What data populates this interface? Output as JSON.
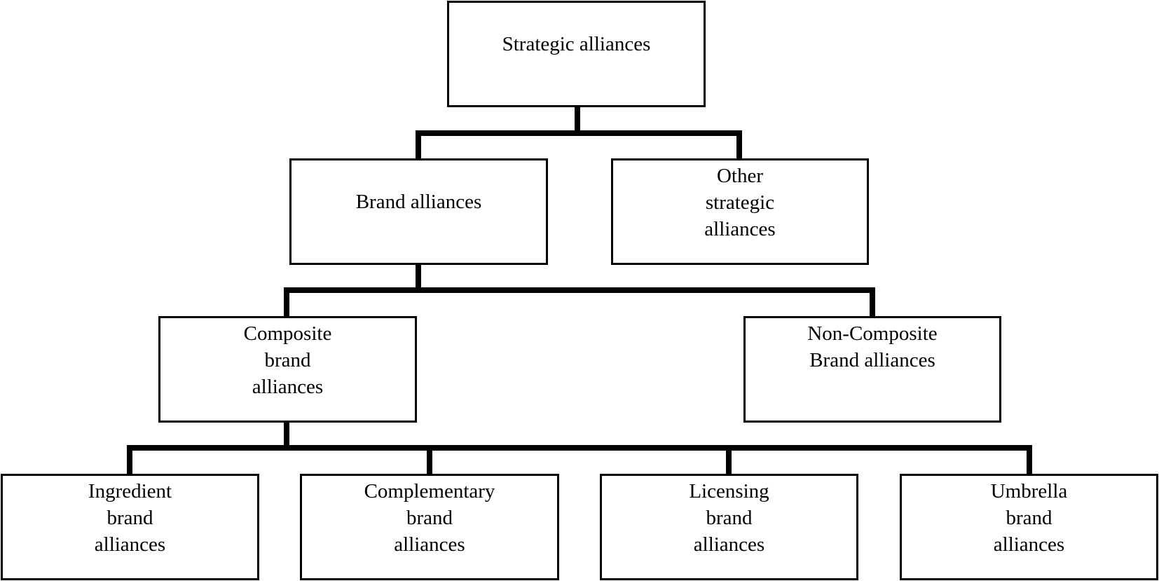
{
  "diagram": {
    "type": "hierarchy",
    "colors": {
      "line": "#000000",
      "box_border": "#000000",
      "background": "#ffffff"
    },
    "nodes": {
      "root": {
        "label": "Strategic alliances"
      },
      "brand": {
        "label": "Brand alliances"
      },
      "other": {
        "label": "Other\nstrategic\nalliances"
      },
      "composite": {
        "label": "Composite\nbrand\nalliances"
      },
      "noncomposite": {
        "label": "Non-Composite\nBrand alliances"
      },
      "ingredient": {
        "label": "Ingredient\nbrand\nalliances"
      },
      "complementary": {
        "label": "Complementary\nbrand\nalliances"
      },
      "licensing": {
        "label": "Licensing\nbrand\nalliances"
      },
      "umbrella": {
        "label": "Umbrella\nbrand\nalliances"
      }
    },
    "edges": [
      [
        "Strategic alliances",
        "Brand alliances"
      ],
      [
        "Strategic alliances",
        "Other strategic alliances"
      ],
      [
        "Brand alliances",
        "Composite brand alliances"
      ],
      [
        "Brand alliances",
        "Non-Composite Brand alliances"
      ],
      [
        "Composite brand alliances",
        "Ingredient brand alliances"
      ],
      [
        "Composite brand alliances",
        "Complementary brand alliances"
      ],
      [
        "Composite brand alliances",
        "Licensing brand alliances"
      ],
      [
        "Composite brand alliances",
        "Umbrella brand alliances"
      ]
    ]
  }
}
